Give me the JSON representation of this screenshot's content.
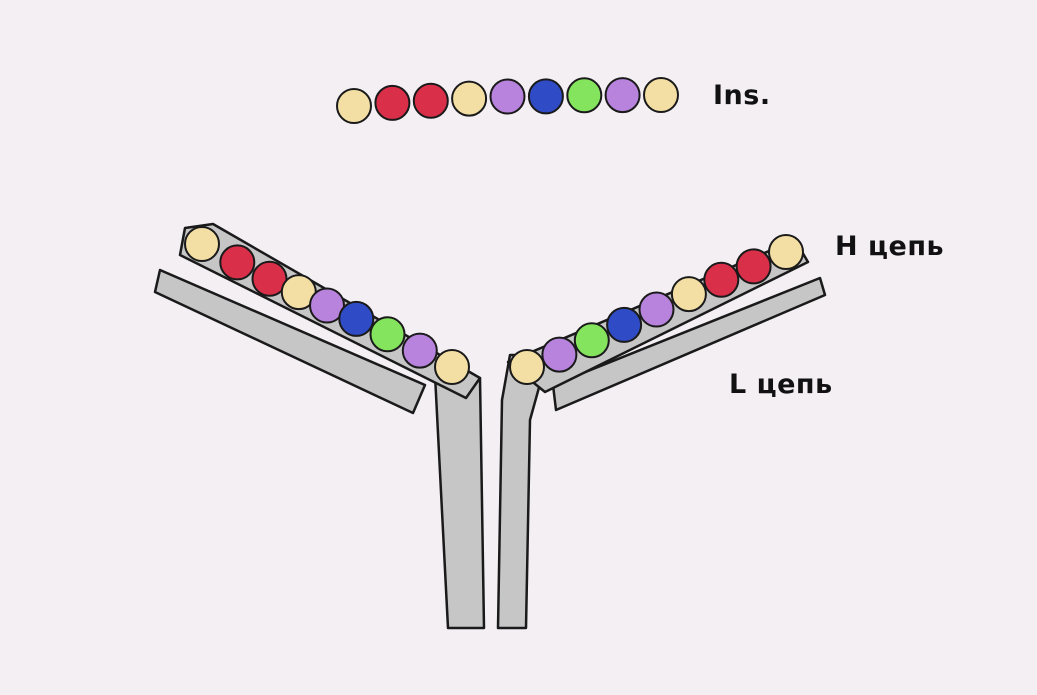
{
  "labels": {
    "ins": "Ins.",
    "h_chain": "H цепь",
    "l_chain": "L цепь"
  },
  "palette": {
    "yellow": "#f3dfa4",
    "red": "#d92f49",
    "purple": "#b783dc",
    "blue": "#2f4cc6",
    "green": "#84e45e",
    "chain_gray": "#c4c4c4",
    "outline": "#1a1a1a"
  },
  "sequences": {
    "insert": [
      "yellow",
      "red",
      "red",
      "yellow",
      "purple",
      "blue",
      "green",
      "purple",
      "yellow"
    ],
    "h_chain_left": [
      "yellow",
      "red",
      "red",
      "yellow",
      "purple",
      "blue",
      "green",
      "purple",
      "yellow"
    ],
    "h_chain_right": [
      "yellow",
      "purple",
      "green",
      "blue",
      "purple",
      "yellow",
      "red",
      "red",
      "yellow"
    ]
  }
}
